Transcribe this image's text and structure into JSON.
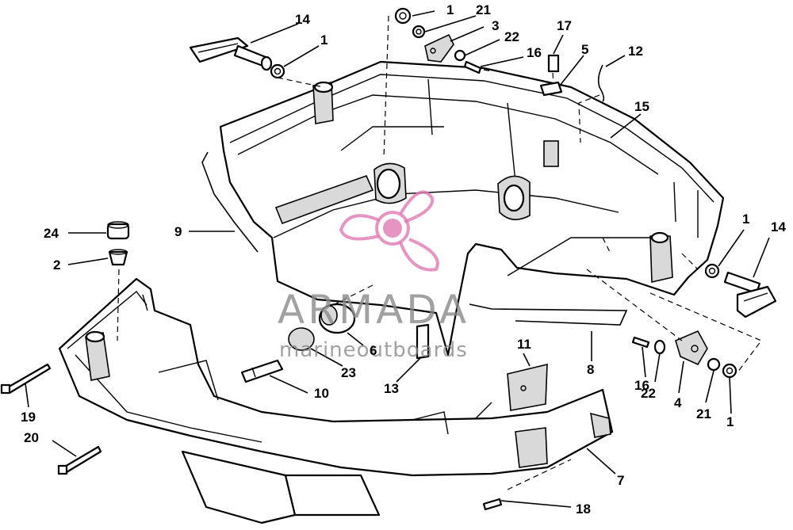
{
  "watermark": {
    "title": "ARMADA",
    "subtitle": "marineoutboards",
    "logo_color": "#e07ab4",
    "text_color": "#8a8a8a"
  },
  "callouts": [
    {
      "id": "c1a",
      "label": "1"
    },
    {
      "id": "c21a",
      "label": "21"
    },
    {
      "id": "c3",
      "label": "3"
    },
    {
      "id": "c22a",
      "label": "22"
    },
    {
      "id": "c16a",
      "label": "16"
    },
    {
      "id": "c17",
      "label": "17"
    },
    {
      "id": "c5",
      "label": "5"
    },
    {
      "id": "c12",
      "label": "12"
    },
    {
      "id": "c14a",
      "label": "14"
    },
    {
      "id": "c1b",
      "label": "1"
    },
    {
      "id": "c15",
      "label": "15"
    },
    {
      "id": "c1c",
      "label": "1"
    },
    {
      "id": "c14b",
      "label": "14"
    },
    {
      "id": "c24",
      "label": "24"
    },
    {
      "id": "c9",
      "label": "9"
    },
    {
      "id": "c2",
      "label": "2"
    },
    {
      "id": "c6",
      "label": "6"
    },
    {
      "id": "c23",
      "label": "23"
    },
    {
      "id": "c10",
      "label": "10"
    },
    {
      "id": "c13",
      "label": "13"
    },
    {
      "id": "c11",
      "label": "11"
    },
    {
      "id": "c8",
      "label": "8"
    },
    {
      "id": "c16b",
      "label": "16"
    },
    {
      "id": "c22b",
      "label": "22"
    },
    {
      "id": "c4",
      "label": "4"
    },
    {
      "id": "c21b",
      "label": "21"
    },
    {
      "id": "c1d",
      "label": "1"
    },
    {
      "id": "c19",
      "label": "19"
    },
    {
      "id": "c20",
      "label": "20"
    },
    {
      "id": "c7",
      "label": "7"
    },
    {
      "id": "c18",
      "label": "18"
    }
  ]
}
